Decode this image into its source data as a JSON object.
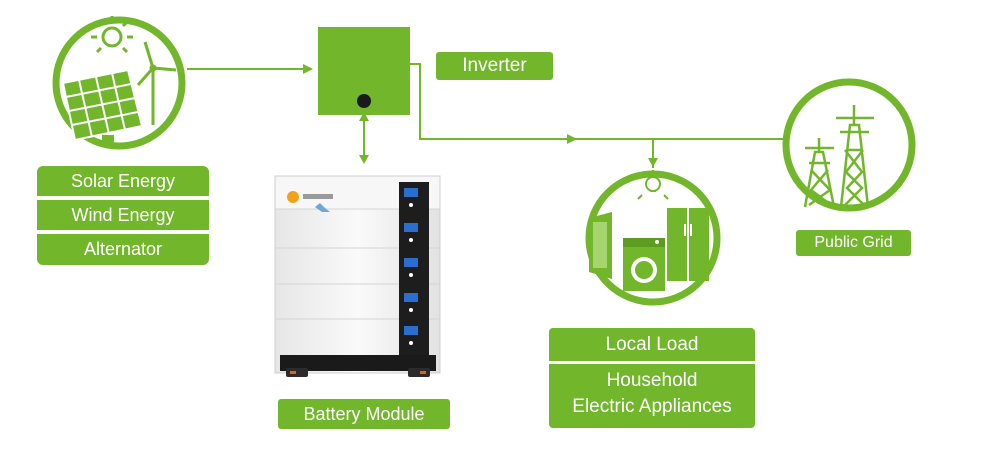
{
  "colors": {
    "accent": "#72b62b",
    "accent_dark": "#4f8f1a",
    "label_text": "#ffffff",
    "battery_body": "#f4f4f4",
    "battery_panel": "#1d1d1d",
    "screen": "#2a6fd0"
  },
  "icons": {
    "sources": [
      "sun-icon",
      "solar-panel-icon",
      "wind-turbine-icon"
    ],
    "grid": "power-pylon-icon",
    "load": [
      "light-bulb-icon",
      "washing-machine-icon",
      "refrigerator-icon",
      "door-icon"
    ]
  },
  "labels": {
    "solar": "Solar Energy",
    "wind": "Wind Energy",
    "alternator": "Alternator",
    "inverter": "Inverter",
    "public_grid": "Public Grid",
    "battery_module": "Battery Module",
    "local_load": "Local Load",
    "household_line1": "Household",
    "household_line2": "Electric Appliances"
  }
}
